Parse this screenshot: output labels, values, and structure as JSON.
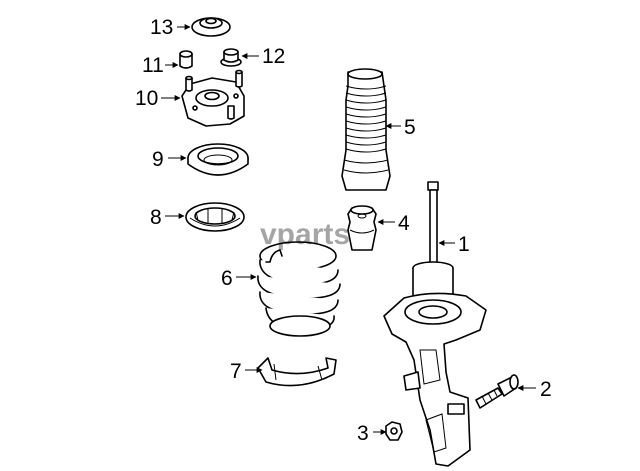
{
  "watermark": "vparts",
  "callouts": {
    "c1": "1",
    "c2": "2",
    "c3": "3",
    "c4": "4",
    "c5": "5",
    "c6": "6",
    "c7": "7",
    "c8": "8",
    "c9": "9",
    "c10": "10",
    "c11": "11",
    "c12": "12",
    "c13": "13"
  },
  "parts": [
    {
      "number": "1",
      "icon": "strut-assembly-icon"
    },
    {
      "number": "2",
      "icon": "bolt-icon"
    },
    {
      "number": "3",
      "icon": "nut-icon"
    },
    {
      "number": "4",
      "icon": "bump-stop-icon"
    },
    {
      "number": "5",
      "icon": "dust-boot-icon"
    },
    {
      "number": "6",
      "icon": "coil-spring-icon"
    },
    {
      "number": "7",
      "icon": "lower-spring-seat-icon"
    },
    {
      "number": "8",
      "icon": "spring-insulator-icon"
    },
    {
      "number": "9",
      "icon": "bearing-icon"
    },
    {
      "number": "10",
      "icon": "strut-mount-icon"
    },
    {
      "number": "11",
      "icon": "nut-icon"
    },
    {
      "number": "12",
      "icon": "nut-icon"
    },
    {
      "number": "13",
      "icon": "cap-icon"
    }
  ]
}
